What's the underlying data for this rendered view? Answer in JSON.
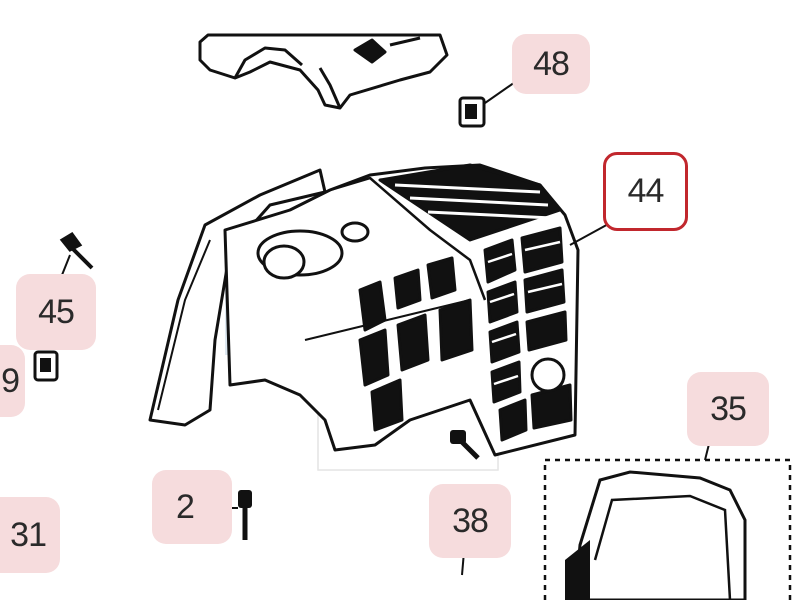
{
  "callouts": {
    "part_48": "48",
    "part_44": "44",
    "part_45": "45",
    "part_9": "9",
    "part_35": "35",
    "part_2": "2",
    "part_38": "38",
    "part_31": "31"
  },
  "colors": {
    "callout_bg": "#f6dcdd",
    "highlight_border": "#c1272d",
    "line": "#111111",
    "shade": "#dde8f1"
  }
}
